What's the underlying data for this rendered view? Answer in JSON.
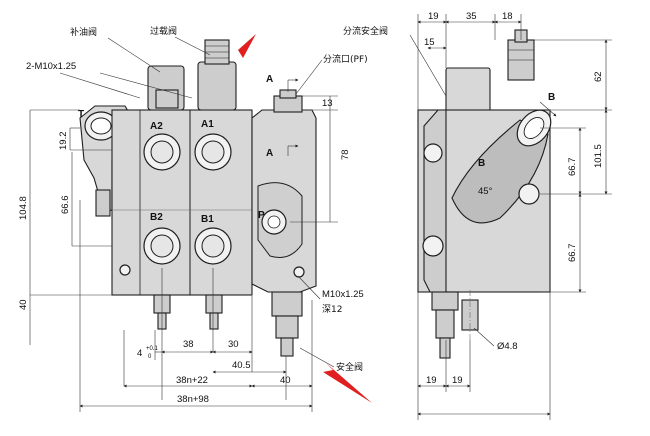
{
  "labels": {
    "relief_valve_overload": "补油阀",
    "overload_valve": "过载阀",
    "diverter_safety_valve": "分流安全阀",
    "diverter_port": "分流口(PF)",
    "safety_valve": "安全阀",
    "thread_top": "2-M10x1.25",
    "thread_bottom": "M10x1.25",
    "depth": "深12",
    "port_T": "T",
    "port_A2": "A2",
    "port_A1": "A1",
    "port_B2": "B2",
    "port_B1": "B1",
    "port_P": "P",
    "section_A_top": "A",
    "section_A_mid": "A",
    "section_B": "B",
    "section_B_side": "B",
    "angle": "45°"
  },
  "dims_front": {
    "d13": "13",
    "d78": "78",
    "d19_2": "19.2",
    "d104_8": "104.8",
    "d66_6": "66.6",
    "d40_left": "40",
    "d38": "38",
    "d30": "30",
    "d40_5": "40.5",
    "d4": "4",
    "d4_tol_up": "+0.1",
    "d4_tol_dn": "0",
    "d38n22": "38n+22",
    "d40_bottom": "40",
    "d38n98": "38n+98"
  },
  "dims_side": {
    "d19_top": "19",
    "d35": "35",
    "d18": "18",
    "d15": "15",
    "d62": "62",
    "d101_5": "101.5",
    "d66_7_a": "66.7",
    "d66_7_b": "66.7",
    "d19_b1": "19",
    "d19_b2": "19",
    "dia84_8": "Ø4.8"
  }
}
